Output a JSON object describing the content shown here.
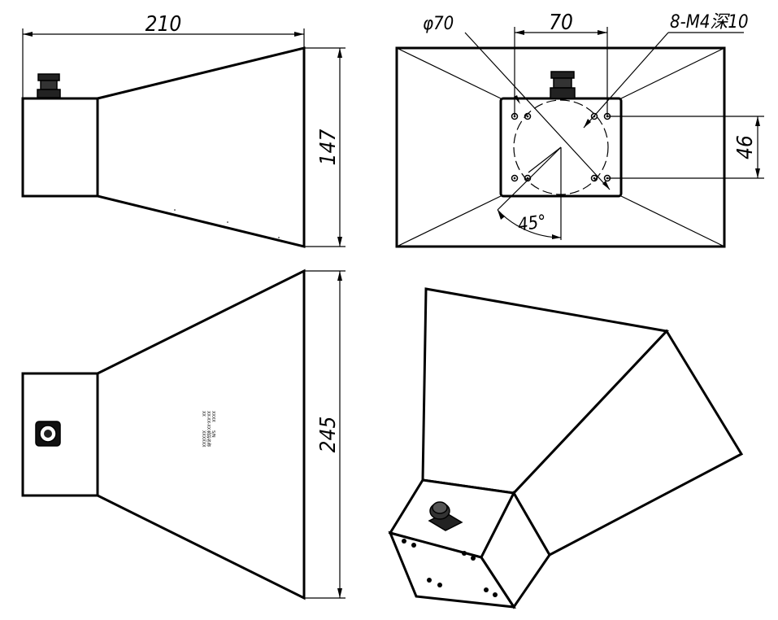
{
  "dimensions": {
    "length": "210",
    "height": "147",
    "width": "245",
    "bolt_pitch": "70",
    "bolt_spacing": "46",
    "circle_diameter": "φ70",
    "thread_spec": "8-M4深10",
    "angle": "45°"
  },
  "views": [
    "side-view",
    "front-view",
    "top-view",
    "isometric-view"
  ],
  "nameplate": {
    "lines": [
      "XXXX",
      "XX-XX-XX",
      "XX",
      "S/N",
      "频段名称",
      "XXXXXX"
    ]
  },
  "style": {
    "line_color": "#000000",
    "background": "#ffffff"
  }
}
